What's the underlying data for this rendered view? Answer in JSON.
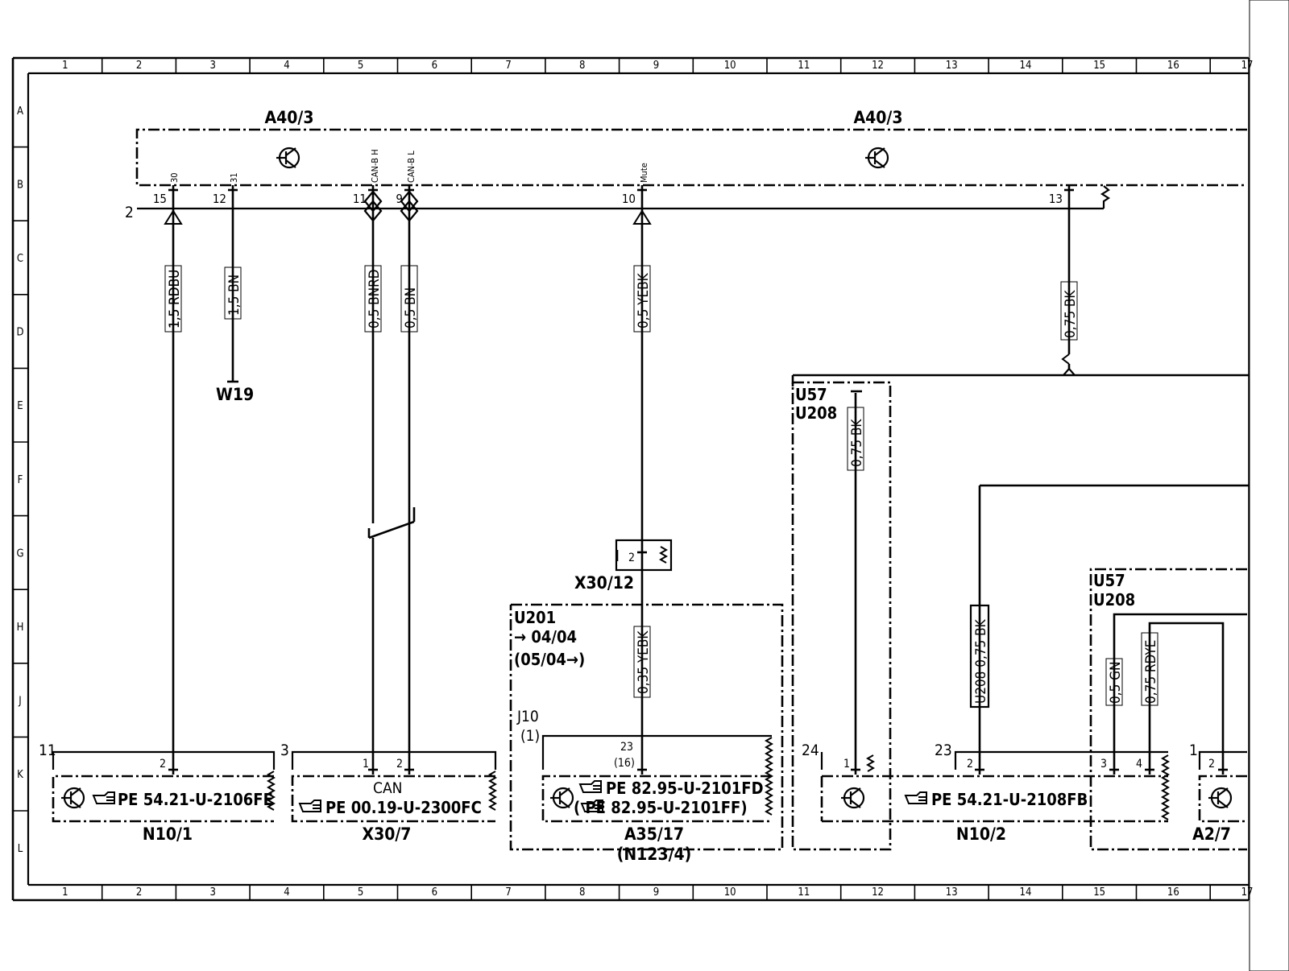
{
  "grid": {
    "columns": [
      "1",
      "2",
      "3",
      "4",
      "5",
      "6",
      "7",
      "8",
      "9",
      "10",
      "11",
      "12",
      "13",
      "14",
      "15",
      "16",
      "17"
    ],
    "rows": [
      "A",
      "B",
      "C",
      "D",
      "E",
      "F",
      "G",
      "H",
      "J",
      "K",
      "L"
    ]
  },
  "components": {
    "a40_3_left": "A40/3",
    "a40_3_right": "A40/3",
    "a40_3_corner_pin": "2",
    "w19": "W19",
    "x30_12": "X30/12",
    "n10_1": "N10/1",
    "x30_7": "X30/7",
    "a35_17": "A35/17",
    "a35_17_alt": "(N123/4)",
    "n10_2": "N10/2",
    "a2": "A2/7",
    "j10": "J10",
    "j10_sub": "(1)"
  },
  "connector_pins": {
    "p15": "15",
    "p12": "12",
    "p11": "11",
    "p9": "9",
    "p10": "10",
    "p13": "13",
    "sig30": "30",
    "sig31": "31",
    "sigCANH": "CAN-B H",
    "sigCANL": "CAN-B L",
    "sigMute": "Mute",
    "x30_12_pin": "2",
    "n10_1_pin": "2",
    "n10_1_corner": "11",
    "x30_7_pin1": "1",
    "x30_7_pin2": "2",
    "x30_7_corner": "3",
    "x30_7_can": "CAN",
    "a35_pin": "23",
    "a35_pin_alt": "(16)",
    "u57_pin": "1",
    "u57_corner": "24",
    "n10_2_pin": "2",
    "n10_2_corner": "23",
    "n10_2_pin3": "3",
    "n10_2_pin4": "4",
    "a2_pin": "2",
    "a2_corner": "1"
  },
  "wires": {
    "w1": "1,5 RDBU",
    "w2": "1,5 BN",
    "w3": "0,5 BNRD",
    "w4": "0,5 BN",
    "w5": "0,5 YEBK",
    "w6": "0,75 BK",
    "w7": "0,35 YEBK",
    "w8": "0,75 BK",
    "w9": "U208 0,75 BK",
    "w10": "0,5 GN",
    "w11": "0,75 RDYE"
  },
  "variant_boxes": {
    "u201": "U201",
    "u201_l2": "→ 04/04",
    "u201_l3": "(05/04→)",
    "u57_a": "U57",
    "u208_a": "U208",
    "u57_b": "U57",
    "u208_b": "U208"
  },
  "references": {
    "n10_1": "PE  54.21-U-2106FE",
    "x30_7": "PE  00.19-U-2300FC",
    "a35_1": "PE  82.95-U-2101FD",
    "a35_2": "(   PE  82.95-U-2101FF)",
    "n10_2": "PE  54.21-U-2108FB"
  },
  "icons": [
    "transistor-icon",
    "hand-pointer-icon",
    "ground-splice-icon",
    "shield-arrow-icon"
  ]
}
